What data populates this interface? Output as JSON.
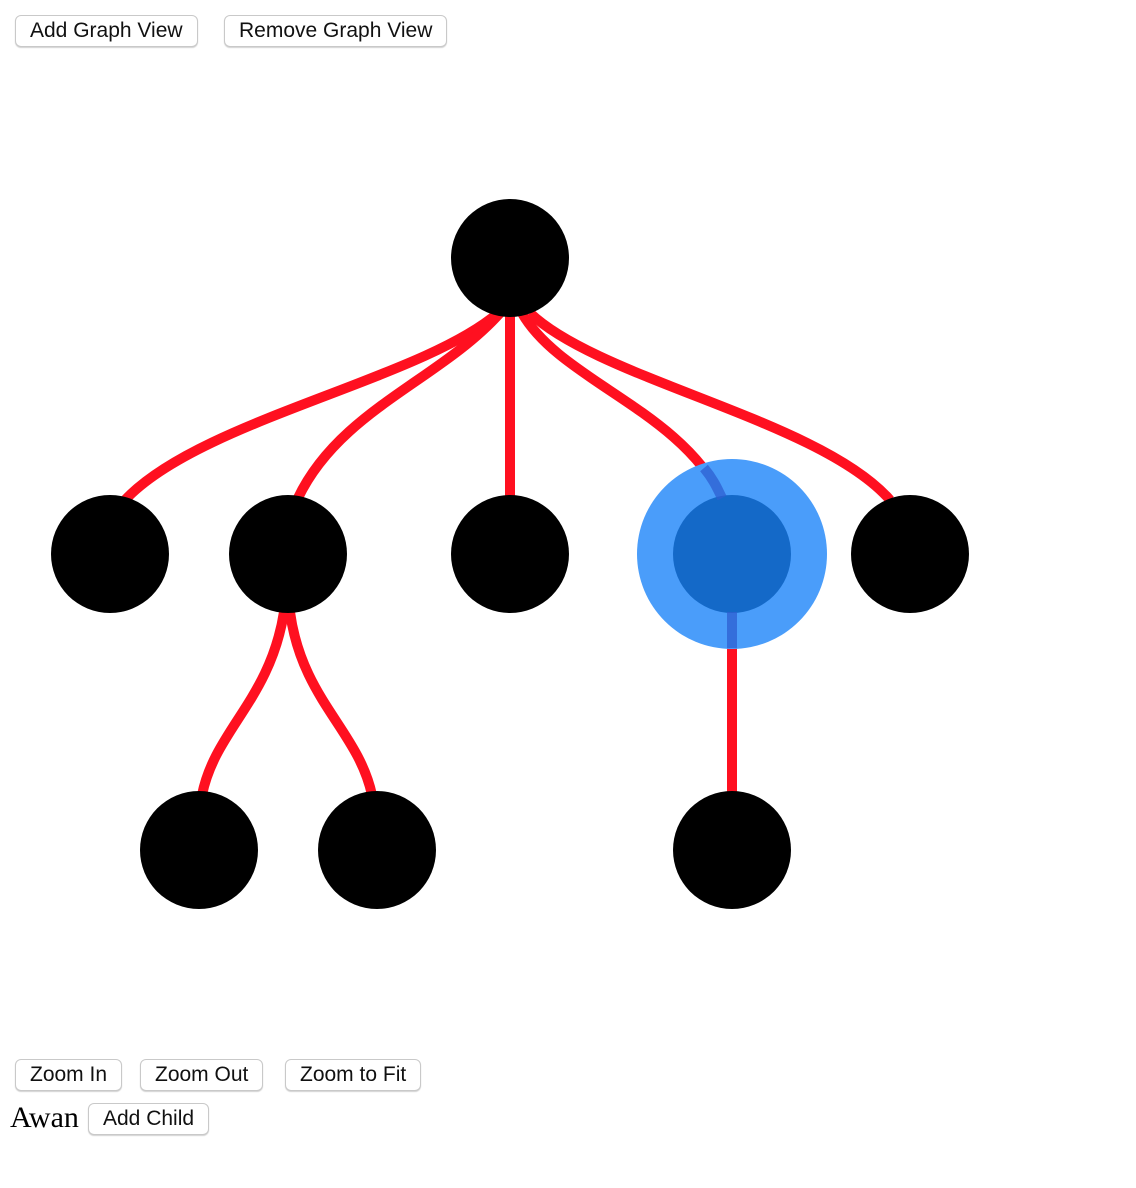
{
  "toolbar": {
    "add_graph_view_label": "Add Graph View",
    "remove_graph_view_label": "Remove Graph View"
  },
  "graph": {
    "edge_color": "#ff1020",
    "node_color": "#000000",
    "selected_node_color": "#1469c8",
    "selection_halo_color": "#4a9dfa",
    "nodes": [
      {
        "id": "root",
        "level": 0,
        "selected": false
      },
      {
        "id": "child-1",
        "level": 1,
        "parent": "root",
        "selected": false
      },
      {
        "id": "child-2",
        "level": 1,
        "parent": "root",
        "selected": false
      },
      {
        "id": "child-3",
        "level": 1,
        "parent": "root",
        "selected": false
      },
      {
        "id": "child-4",
        "level": 1,
        "parent": "root",
        "selected": true
      },
      {
        "id": "child-5",
        "level": 1,
        "parent": "root",
        "selected": false
      },
      {
        "id": "grandchild-1",
        "level": 2,
        "parent": "child-2",
        "selected": false
      },
      {
        "id": "grandchild-2",
        "level": 2,
        "parent": "child-2",
        "selected": false
      },
      {
        "id": "grandchild-3",
        "level": 2,
        "parent": "child-4",
        "selected": false
      }
    ]
  },
  "zoom_controls": {
    "zoom_in_label": "Zoom In",
    "zoom_out_label": "Zoom Out",
    "zoom_to_fit_label": "Zoom to Fit"
  },
  "selected_node": {
    "name": "Awan",
    "add_child_label": "Add Child"
  }
}
